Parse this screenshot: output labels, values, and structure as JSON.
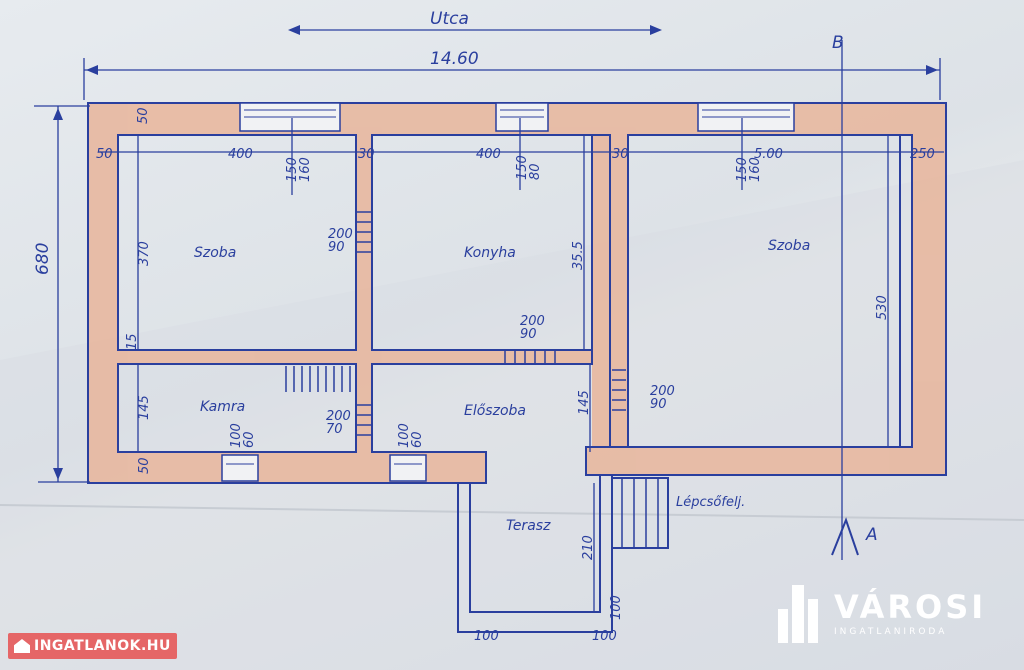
{
  "street": "Utca",
  "overall_width": "14.60",
  "overall_depth": "680",
  "marker_b": "B",
  "marker_a": "A",
  "rooms": {
    "szoba_left": "Szoba",
    "konyha": "Konyha",
    "szoba_right": "Szoba",
    "kamra": "Kamra",
    "eloszoba": "Előszoba",
    "terasz": "Terasz",
    "lepcso": "Lépcsőfelj."
  },
  "dims": {
    "w_left": "400",
    "w_mid": "400",
    "w_right": "5.00",
    "wall_50a": "50",
    "wall_50b": "50",
    "wall_30a": "30",
    "wall_30b": "30",
    "wall_250": "250",
    "h_370": "370",
    "h_355": "35.5",
    "h_530": "530",
    "h_145a": "145",
    "h_145b": "145",
    "h_210": "210",
    "h_50": "50",
    "win1": "150\n160",
    "win2": "150\n80",
    "win3": "150\n160",
    "door_200_90a": "200\n90",
    "door_200_90b": "200\n90",
    "door_200_90c": "200\n90",
    "door_200_70": "200\n70",
    "win_kamra": "100\n60",
    "win_elo": "100\n60",
    "s15": "15",
    "s100a": "100",
    "s100b": "100",
    "s100c": "100"
  },
  "watermark": "INGATLANOK.HU",
  "brand_name": "VÁROSI",
  "brand_sub": "INGATLANIRODA"
}
